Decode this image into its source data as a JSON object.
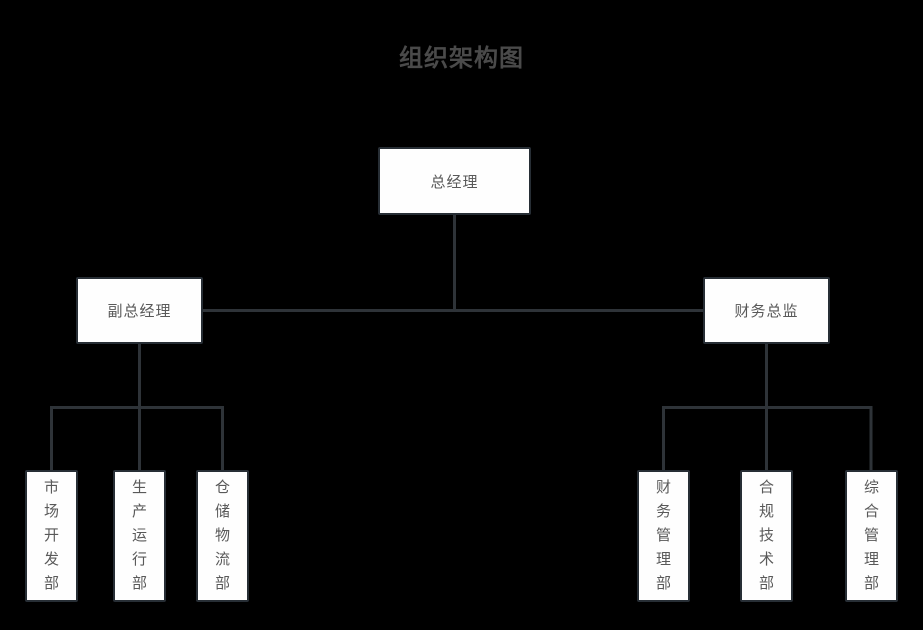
{
  "title": "组织架构图",
  "colors": {
    "background": "#000000",
    "node_fill": "#fefefe",
    "node_border": "#272e35",
    "connector_line": "#2e3338",
    "node_text": "#595959",
    "title_text": "#4a4a4a"
  },
  "nodes": {
    "root": {
      "label": "总经理"
    },
    "level2": [
      {
        "label": "副总经理"
      },
      {
        "label": "财务总监"
      }
    ],
    "left_departments": [
      {
        "label": "市场开发部"
      },
      {
        "label": "生产运行部"
      },
      {
        "label": "仓储物流部"
      }
    ],
    "right_departments": [
      {
        "label": "财务管理部"
      },
      {
        "label": "合规技术部"
      },
      {
        "label": "综合管理部"
      }
    ]
  },
  "hierarchy": [
    {
      "parent": "总经理",
      "child": "副总经理"
    },
    {
      "parent": "总经理",
      "child": "财务总监"
    },
    {
      "parent": "副总经理",
      "child": "市场开发部"
    },
    {
      "parent": "副总经理",
      "child": "生产运行部"
    },
    {
      "parent": "副总经理",
      "child": "仓储物流部"
    },
    {
      "parent": "财务总监",
      "child": "财务管理部"
    },
    {
      "parent": "财务总监",
      "child": "合规技术部"
    },
    {
      "parent": "财务总监",
      "child": "综合管理部"
    }
  ]
}
